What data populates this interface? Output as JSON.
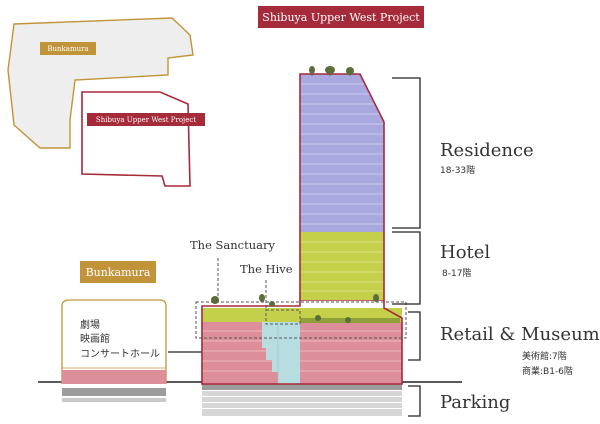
{
  "project_title": "Shibuya Upper West Project",
  "map": {
    "bunkamura_label": "Bunkamura",
    "project_label": "Shibuya Upper West Project"
  },
  "bunkamura_tag": "Bunkamura",
  "bunkamura_facilities": [
    "劇場",
    "映画館",
    "コンサートホール"
  ],
  "zones": {
    "residence": {
      "name": "Residence",
      "floors": "18-33階"
    },
    "hotel": {
      "name": "Hotel",
      "floors": "8-17階"
    },
    "retail": {
      "name": "Retail & Museum",
      "details": [
        "美術館:7階",
        "商業:B1-6階"
      ]
    },
    "parking": {
      "name": "Parking"
    }
  },
  "callouts": {
    "sanctuary": "The Sanctuary",
    "hive": "The Hive"
  },
  "colors": {
    "brand_red": "#a52a3a",
    "gold": "#c2943a",
    "residence": "#a9a9e0",
    "hotel": "#c5d04a",
    "retail": "#dd8f99",
    "hive": "#b7dde1",
    "parking": "#9c9c9c"
  }
}
